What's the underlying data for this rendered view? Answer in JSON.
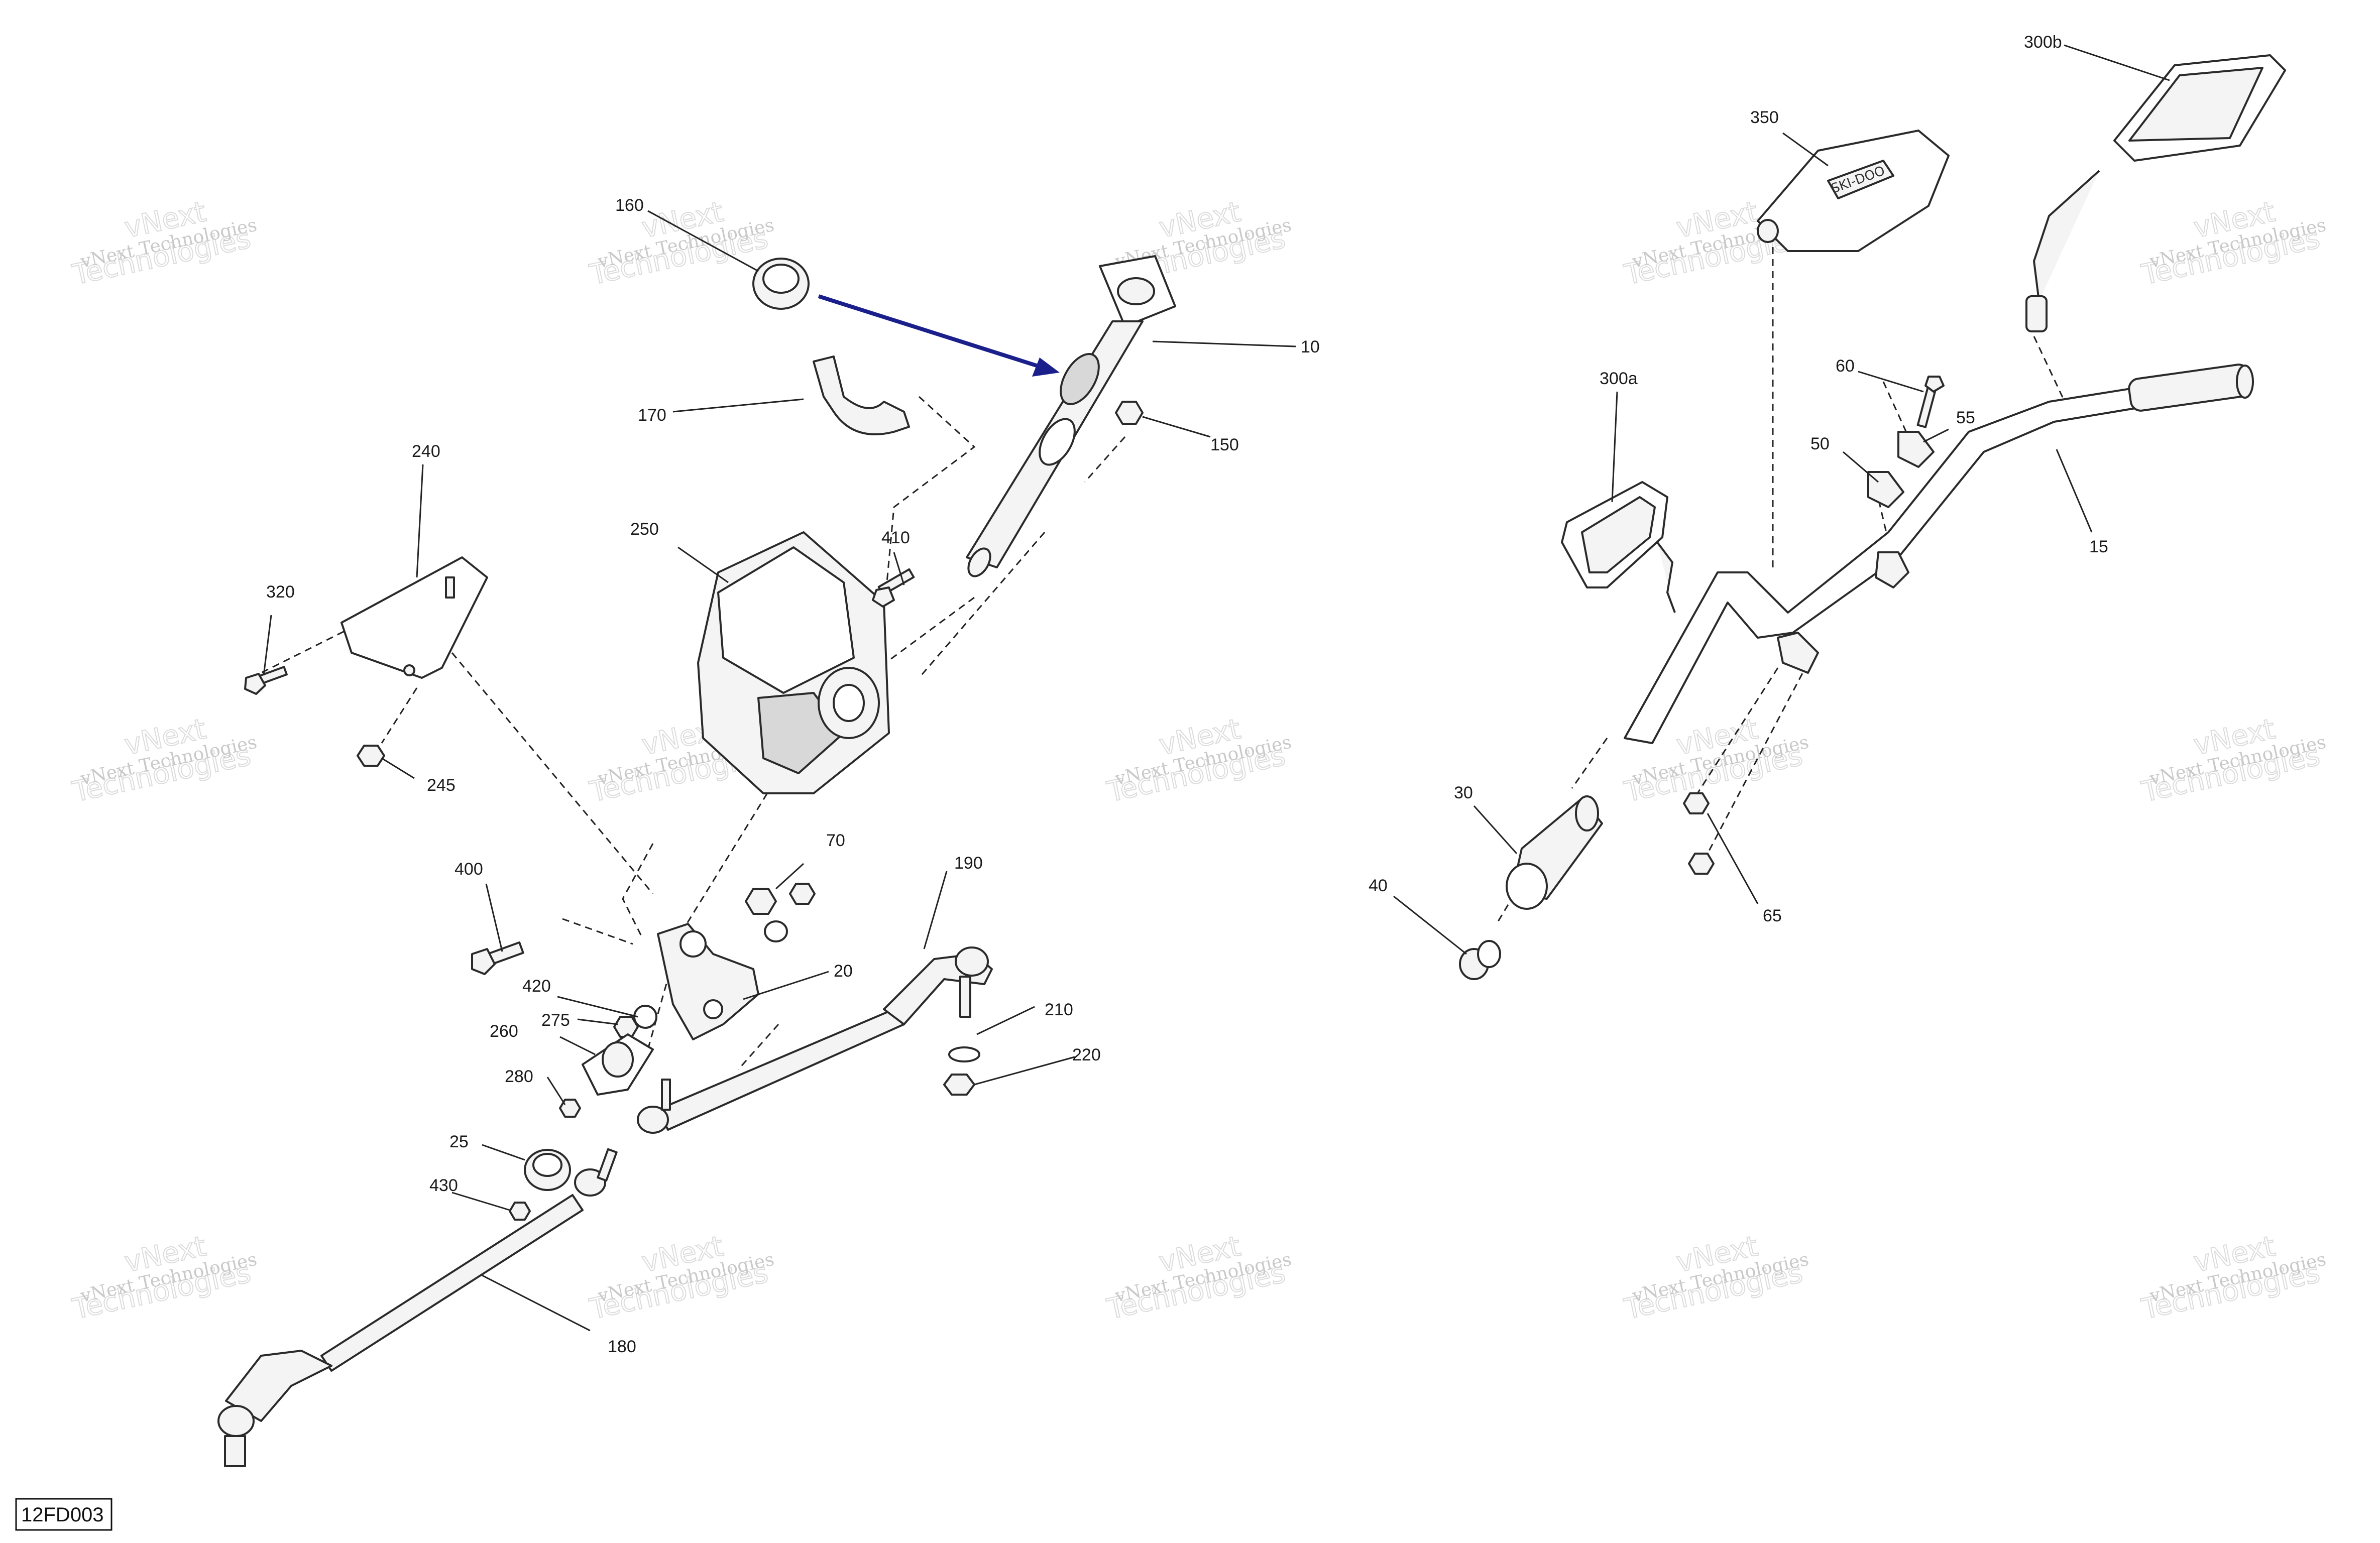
{
  "diagram_code": "12FD003",
  "watermark": {
    "line1": "vNext Technologies",
    "line2": "vNext",
    "line3": "Technologies"
  },
  "parts": [
    {
      "label": "10"
    },
    {
      "label": "15"
    },
    {
      "label": "20"
    },
    {
      "label": "25"
    },
    {
      "label": "30"
    },
    {
      "label": "40"
    },
    {
      "label": "50"
    },
    {
      "label": "55"
    },
    {
      "label": "60"
    },
    {
      "label": "65"
    },
    {
      "label": "70"
    },
    {
      "label": "150"
    },
    {
      "label": "160"
    },
    {
      "label": "170"
    },
    {
      "label": "180"
    },
    {
      "label": "190"
    },
    {
      "label": "210"
    },
    {
      "label": "220"
    },
    {
      "label": "240"
    },
    {
      "label": "245"
    },
    {
      "label": "250"
    },
    {
      "label": "260"
    },
    {
      "label": "275"
    },
    {
      "label": "280"
    },
    {
      "label": "300a"
    },
    {
      "label": "300b"
    },
    {
      "label": "320"
    },
    {
      "label": "350"
    },
    {
      "label": "400"
    },
    {
      "label": "410"
    },
    {
      "label": "420"
    },
    {
      "label": "430"
    }
  ],
  "colors": {
    "line": "#2a2a2a",
    "arrow": "#1a1f8c",
    "watermark": "#cccccc"
  }
}
